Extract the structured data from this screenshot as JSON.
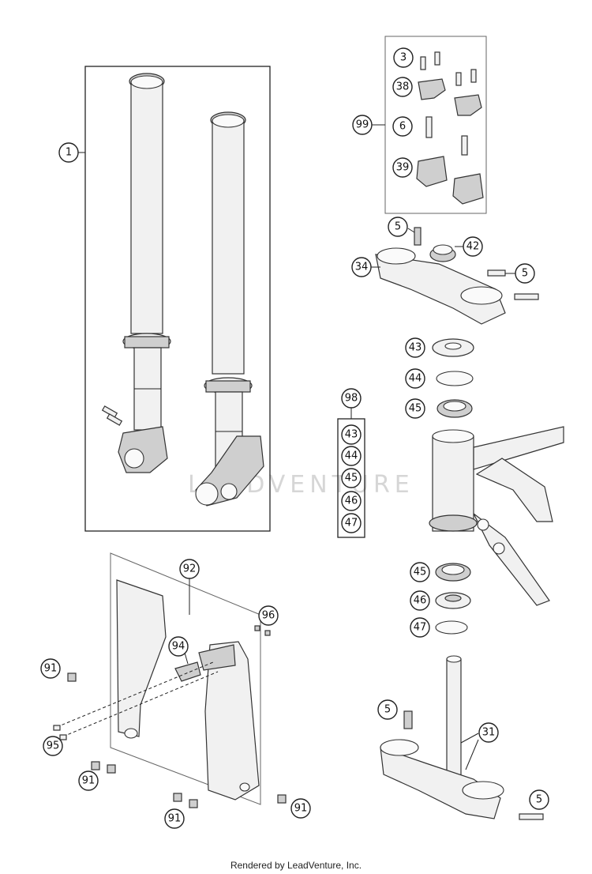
{
  "footer": "Rendered by LeadVenture, Inc.",
  "watermark_text": "LEADVENTURE",
  "callouts": {
    "c1": "1",
    "c3": "3",
    "c38": "38",
    "c99": "99",
    "c6": "6",
    "c39": "39",
    "c5a": "5",
    "c42": "42",
    "c34": "34",
    "c5b": "5",
    "c43": "43",
    "c44": "44",
    "c45": "45",
    "c98": "98",
    "k43": "43",
    "k44": "44",
    "k45": "45",
    "k46": "46",
    "k47": "47",
    "c45b": "45",
    "c46": "46",
    "c47": "47",
    "c92": "92",
    "c96": "96",
    "c94": "94",
    "c91a": "91",
    "c95": "95",
    "c91b": "91",
    "c91c": "91",
    "c91d": "91",
    "c5c": "5",
    "c31": "31",
    "c5d": "5"
  }
}
